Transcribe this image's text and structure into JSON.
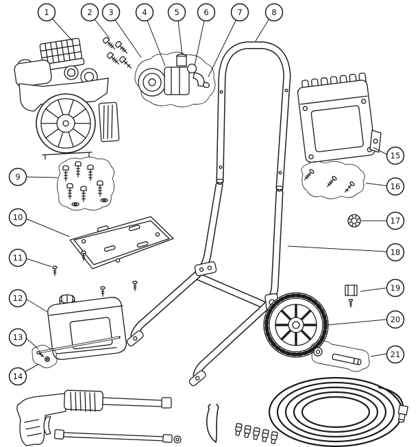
{
  "diagram": {
    "title": "Pressure washer exploded parts diagram",
    "background_color": "#ffffff",
    "line_color": "#1c1c1c",
    "callouts": [
      {
        "label": "1",
        "part": "engine-air-filter"
      },
      {
        "label": "2",
        "part": "mounting-bolts"
      },
      {
        "label": "3",
        "part": "pump-assembly"
      },
      {
        "label": "4",
        "part": "pump-body"
      },
      {
        "label": "5",
        "part": "pump-top-fitting"
      },
      {
        "label": "6",
        "part": "pump-elbow-fitting"
      },
      {
        "label": "7",
        "part": "pump-outlet-fitting"
      },
      {
        "label": "8",
        "part": "handle"
      },
      {
        "label": "9",
        "part": "engine-bolt-set"
      },
      {
        "label": "10",
        "part": "base-plate"
      },
      {
        "label": "11",
        "part": "plate-screws"
      },
      {
        "label": "12",
        "part": "detergent-tank"
      },
      {
        "label": "13",
        "part": "support-rod"
      },
      {
        "label": "14",
        "part": "small-hardware"
      },
      {
        "label": "15",
        "part": "rear-panel"
      },
      {
        "label": "16",
        "part": "panel-screws"
      },
      {
        "label": "17",
        "part": "knob"
      },
      {
        "label": "18",
        "part": "cart-frame"
      },
      {
        "label": "19",
        "part": "hook-clip"
      },
      {
        "label": "20",
        "part": "wheel"
      },
      {
        "label": "21",
        "part": "axle-pin-and-washer"
      }
    ],
    "unlabeled_parts": [
      "spray-gun",
      "spray-wand",
      "nozzle-cleaning-tool",
      "quick-connect-nozzles",
      "high-pressure-hose"
    ]
  }
}
